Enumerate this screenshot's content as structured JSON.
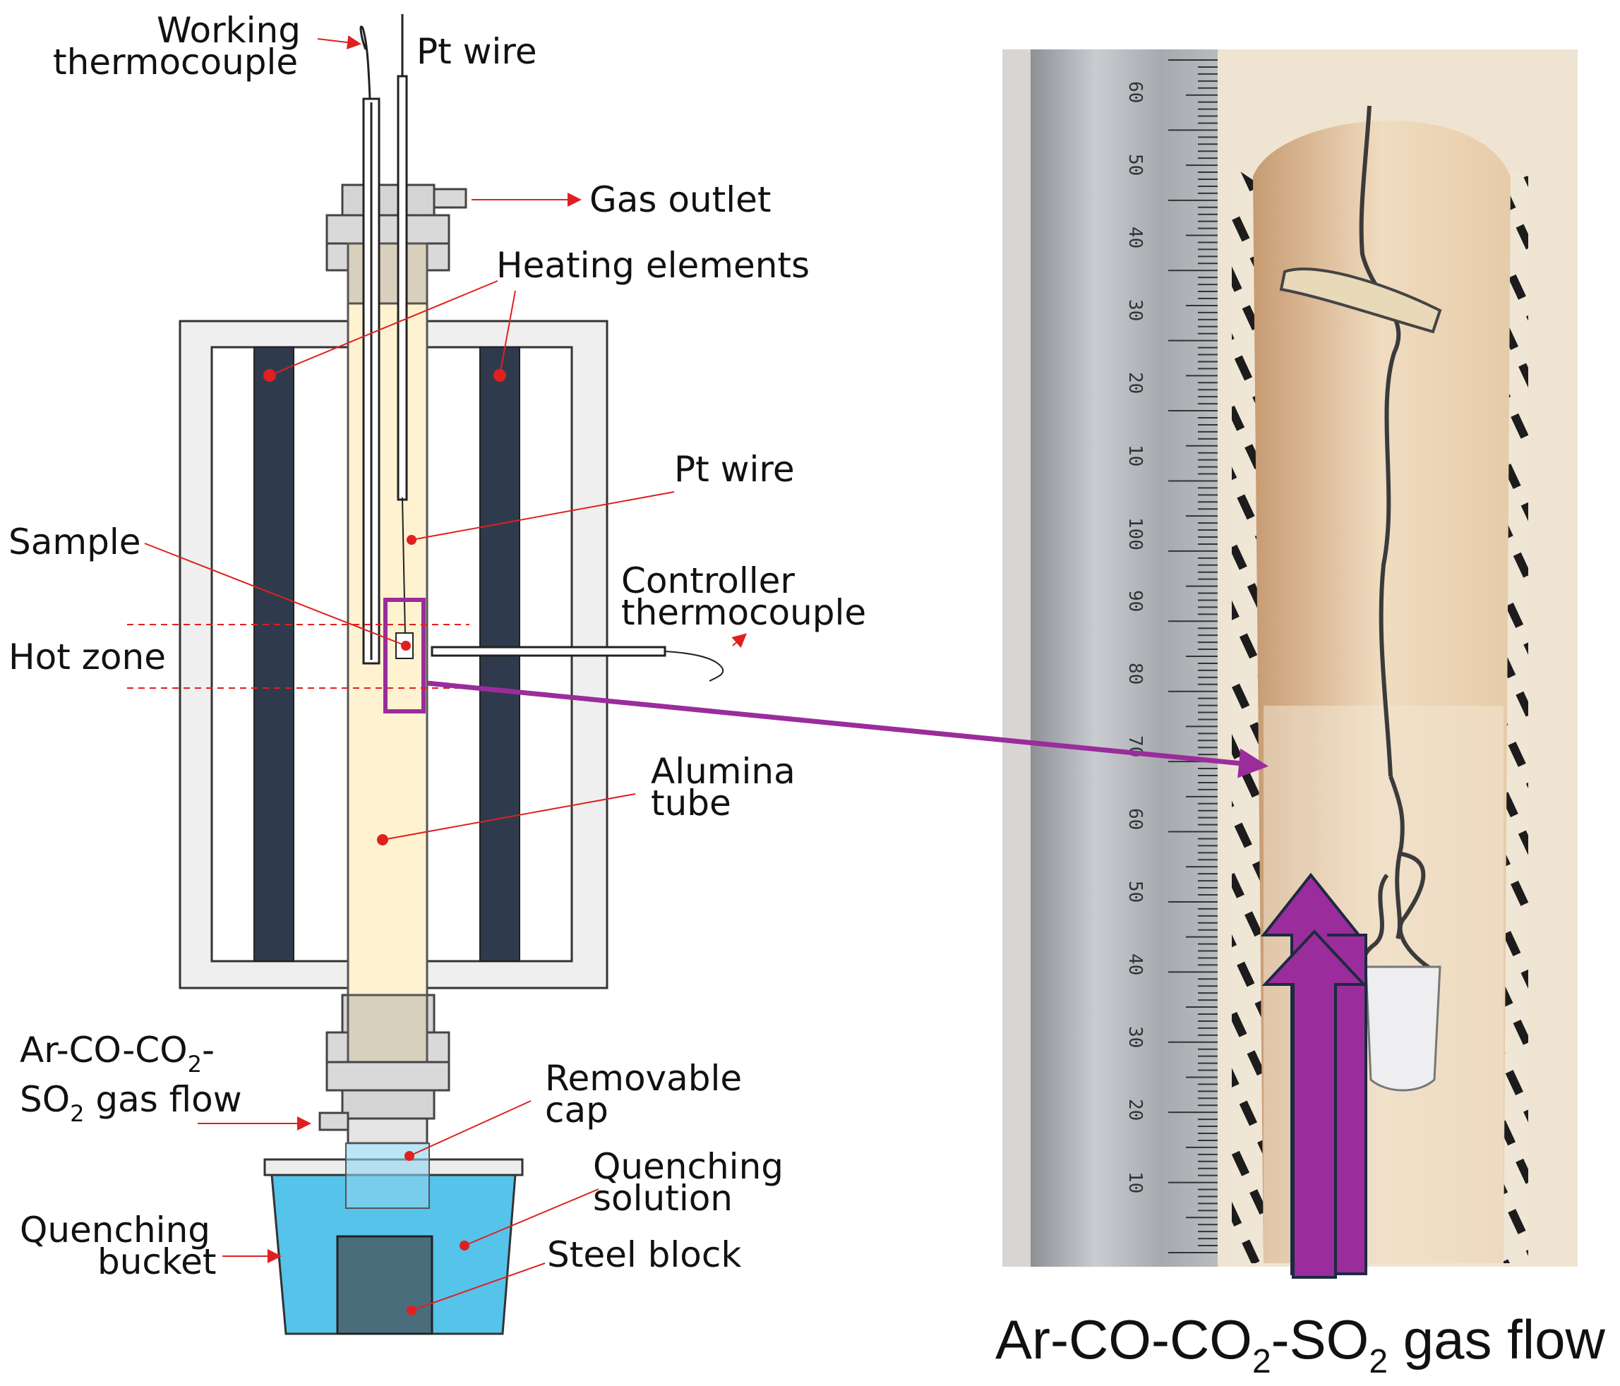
{
  "labels": {
    "working_tc_1": "Working",
    "working_tc_2": "thermocouple",
    "pt_wire_top": "Pt wire",
    "gas_outlet": "Gas outlet",
    "heating_elements": "Heating elements",
    "pt_wire_mid": "Pt wire",
    "sample": "Sample",
    "controller_tc_1": "Controller",
    "controller_tc_2": "thermocouple",
    "hot_zone": "Hot zone",
    "alumina_1": "Alumina",
    "alumina_2": "tube",
    "gas_flow_1a": "Ar-CO-CO",
    "gas_flow_1b": "2",
    "gas_flow_1c": "-",
    "gas_flow_2a": "SO",
    "gas_flow_2b": "2",
    "gas_flow_2c": " gas flow",
    "removable_1": "Removable",
    "removable_2": "cap",
    "quench_sol_1": "Quenching",
    "quench_sol_2": "solution",
    "quench_bucket_1": "Quenching",
    "quench_bucket_2": "bucket",
    "steel_block": "Steel block"
  },
  "photo_caption": {
    "a": "Ar-CO-CO",
    "b": "2",
    "c": "-SO",
    "d": "2",
    "e": " gas flow"
  },
  "ruler_ticks": [
    "60",
    "50",
    "40",
    "30",
    "20",
    "10",
    "100",
    "90",
    "80",
    "70",
    "60",
    "50",
    "40",
    "30",
    "20",
    "10"
  ],
  "colors": {
    "label_pointer": "#e02020",
    "highlight": "#9b2c9b",
    "heating_element": "#2f3b4c",
    "alumina_tube": "#fff2d0",
    "quench_water": "#56c3ea",
    "steel_block": "#4a6d7c"
  }
}
